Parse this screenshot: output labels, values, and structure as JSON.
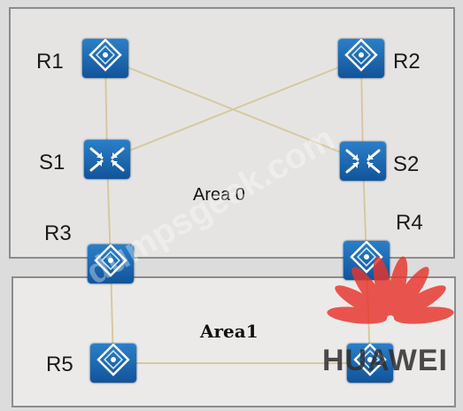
{
  "areas": {
    "area0": "Area 0",
    "area1": "Area1"
  },
  "nodes": {
    "r1": {
      "label": "R1",
      "kind": "router-icon"
    },
    "r2": {
      "label": "R2",
      "kind": "router-icon"
    },
    "s1": {
      "label": "S1",
      "kind": "switch-icon"
    },
    "s2": {
      "label": "S2",
      "kind": "switch-icon"
    },
    "r3": {
      "label": "R3",
      "kind": "router-icon"
    },
    "r4": {
      "label": "R4",
      "kind": "router-icon"
    },
    "r5": {
      "label": "R5",
      "kind": "router-icon"
    },
    "r6": {
      "kind": "router-icon"
    }
  },
  "links": [
    [
      "r1",
      "s1"
    ],
    [
      "r1",
      "s2"
    ],
    [
      "r2",
      "s1"
    ],
    [
      "r2",
      "s2"
    ],
    [
      "s1",
      "r3"
    ],
    [
      "s2",
      "r4"
    ],
    [
      "r3",
      "r5"
    ],
    [
      "r5",
      "r6"
    ],
    [
      "r4",
      "r6"
    ]
  ],
  "logo": {
    "text": "HUAWEI",
    "color": "#e8342c"
  },
  "watermark": "dumpsgeek.com",
  "colors": {
    "node": "#1a68b4",
    "link": "#d6c9a0",
    "frame": "#8c8c8c"
  }
}
